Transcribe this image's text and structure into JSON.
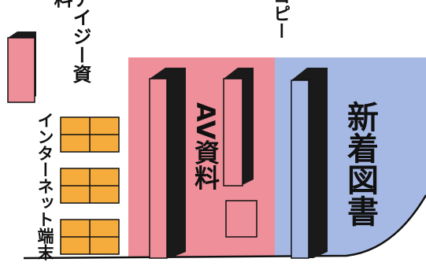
{
  "map": {
    "labels": {
      "copy": "コピー",
      "daisy_materials": "デイジー資料",
      "internet_terminals": "インターネット端末",
      "av_materials": "AV資料",
      "new_books": "新着図書"
    }
  },
  "colors": {
    "av_area": "#ee8f9a",
    "new_books_area": "#a6b8e4",
    "terminal": "#f5ac3c",
    "daisy_shelf": "#ee8f9a",
    "shelf_side": "#1a1a1a",
    "outline": "#111111"
  }
}
